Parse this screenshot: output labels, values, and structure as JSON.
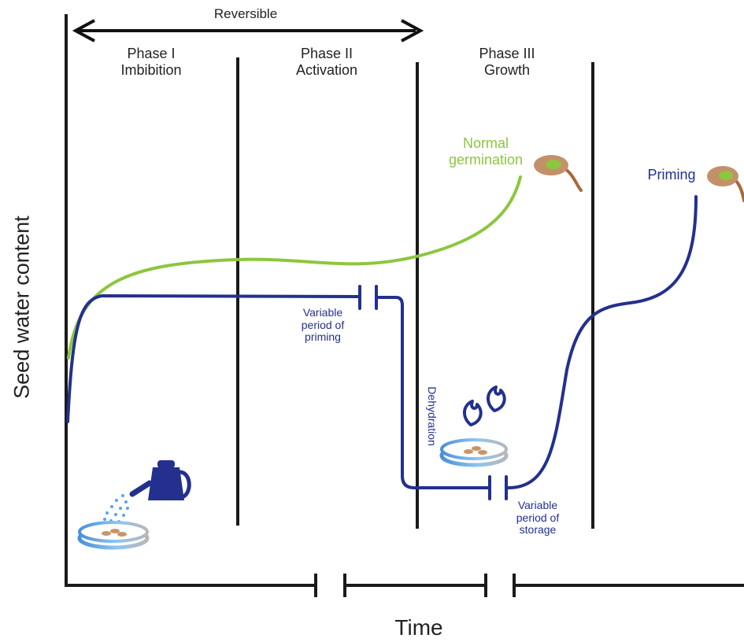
{
  "top_label": "Reversible",
  "phases": [
    {
      "name": "Phase I",
      "sub": "Imbibition"
    },
    {
      "name": "Phase II",
      "sub": "Activation"
    },
    {
      "name": "Phase III",
      "sub": "Growth"
    }
  ],
  "labels": {
    "normal_germination": [
      "Normal",
      "germination"
    ],
    "priming": "Priming",
    "variable_priming": [
      "Variable",
      "period of",
      "priming"
    ],
    "dehydration": "Dehydration",
    "variable_storage": [
      "Variable",
      "period of",
      "storage"
    ]
  },
  "axes": {
    "x_label": "Time",
    "y_label": "Seed water content"
  },
  "colors": {
    "axis": "#1a1a1a",
    "normal_curve": "#8cc63f",
    "priming_curve": "#23308e",
    "dish": "#5b9bd5",
    "seed": "#c8956a"
  }
}
